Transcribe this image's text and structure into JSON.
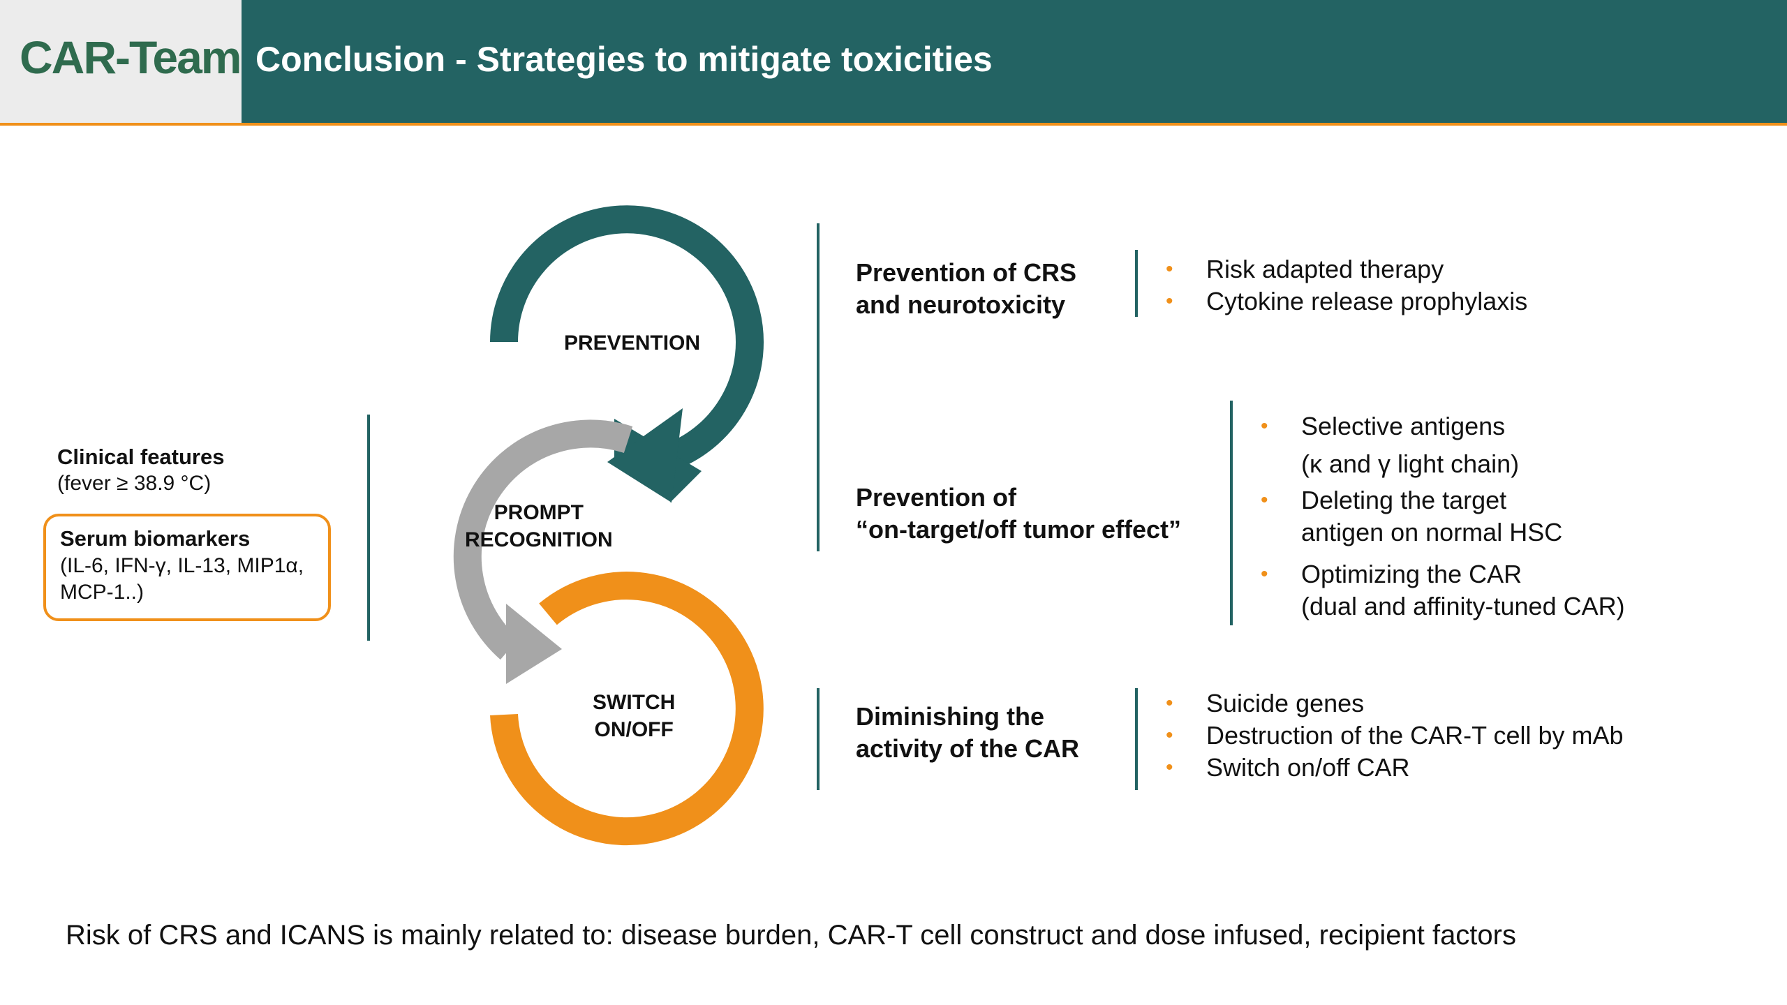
{
  "header": {
    "logo": "CAR-Team",
    "title": "Conclusion - Strategies to mitigate toxicities"
  },
  "cycle": {
    "prevention": "PREVENTION",
    "prompt_line1": "PROMPT",
    "prompt_line2": "RECOGNITION",
    "switch_line1": "SWITCH",
    "switch_line2": "ON/OFF"
  },
  "clinical": {
    "features_title": "Clinical features",
    "features_detail": "(fever ≥ 38.9 °C)",
    "biomarkers_title": "Serum biomarkers",
    "biomarkers_line1": "(IL-6, IFN-γ, IL-13, MIP1α,",
    "biomarkers_line2": "MCP-1..)"
  },
  "strategies": {
    "crs": {
      "line1": "Prevention of CRS",
      "line2": "and neurotoxicity",
      "bullets": [
        "Risk adapted therapy",
        "Cytokine release prophylaxis"
      ]
    },
    "ontarget": {
      "line1": "Prevention of",
      "line2": "“on-target/off tumor effect”",
      "bullets": [
        {
          "line1": "Selective antigens",
          "line2": "(κ and γ light chain)"
        },
        {
          "line1": "Deleting the target",
          "line2": "antigen on normal HSC"
        },
        {
          "line1": "Optimizing the CAR",
          "line2": "(dual and affinity-tuned CAR)"
        }
      ]
    },
    "car": {
      "line1": "Diminishing the",
      "line2": "activity of the CAR",
      "bullets": [
        "Suicide genes",
        "Destruction of the CAR-T cell by mAb",
        "Switch on/off CAR"
      ]
    }
  },
  "bullet_symbol": "•",
  "colors": {
    "teal": "#236363",
    "orange": "#f0901a",
    "gray": "#a7a7a7"
  },
  "footer": "Risk of CRS and ICANS is mainly related to: disease burden, CAR-T cell construct and dose infused, recipient factors"
}
